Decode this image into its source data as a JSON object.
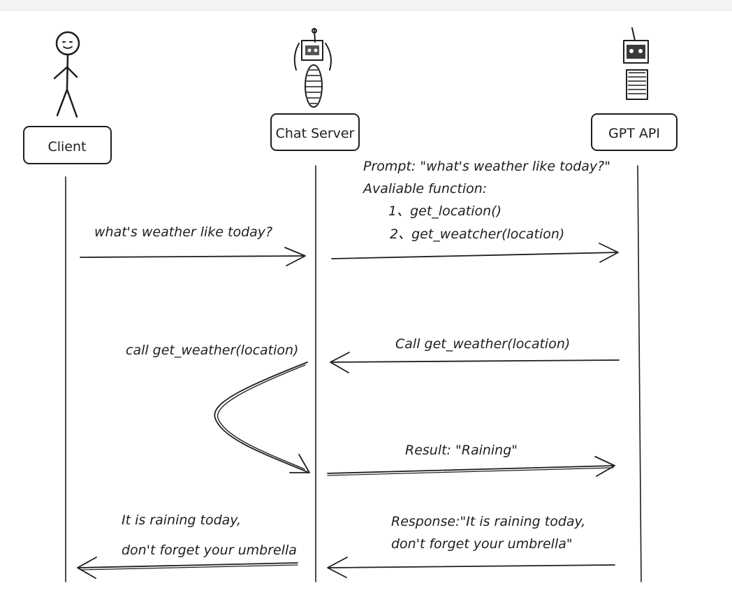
{
  "participants": {
    "client": "Client",
    "chat_server": "Chat Server",
    "gpt_api": "GPT API"
  },
  "messages": {
    "m1": "what's weather like today?",
    "m2_line1": "Prompt: \"what's weather like today?\"",
    "m2_line2": "Avaliable function:",
    "m2_line3": "1、get_location()",
    "m2_line4": "2、get_weatcher(location)",
    "m3": "Call get_weather(location)",
    "m4": "call get_weather(location)",
    "m5": "Result: \"Raining\"",
    "m6_line1": "Response:\"It is raining today,",
    "m6_line2": "don't forget your umbrella\"",
    "m7_line1": "It is raining today,",
    "m7_line2": "don't forget your umbrella"
  }
}
